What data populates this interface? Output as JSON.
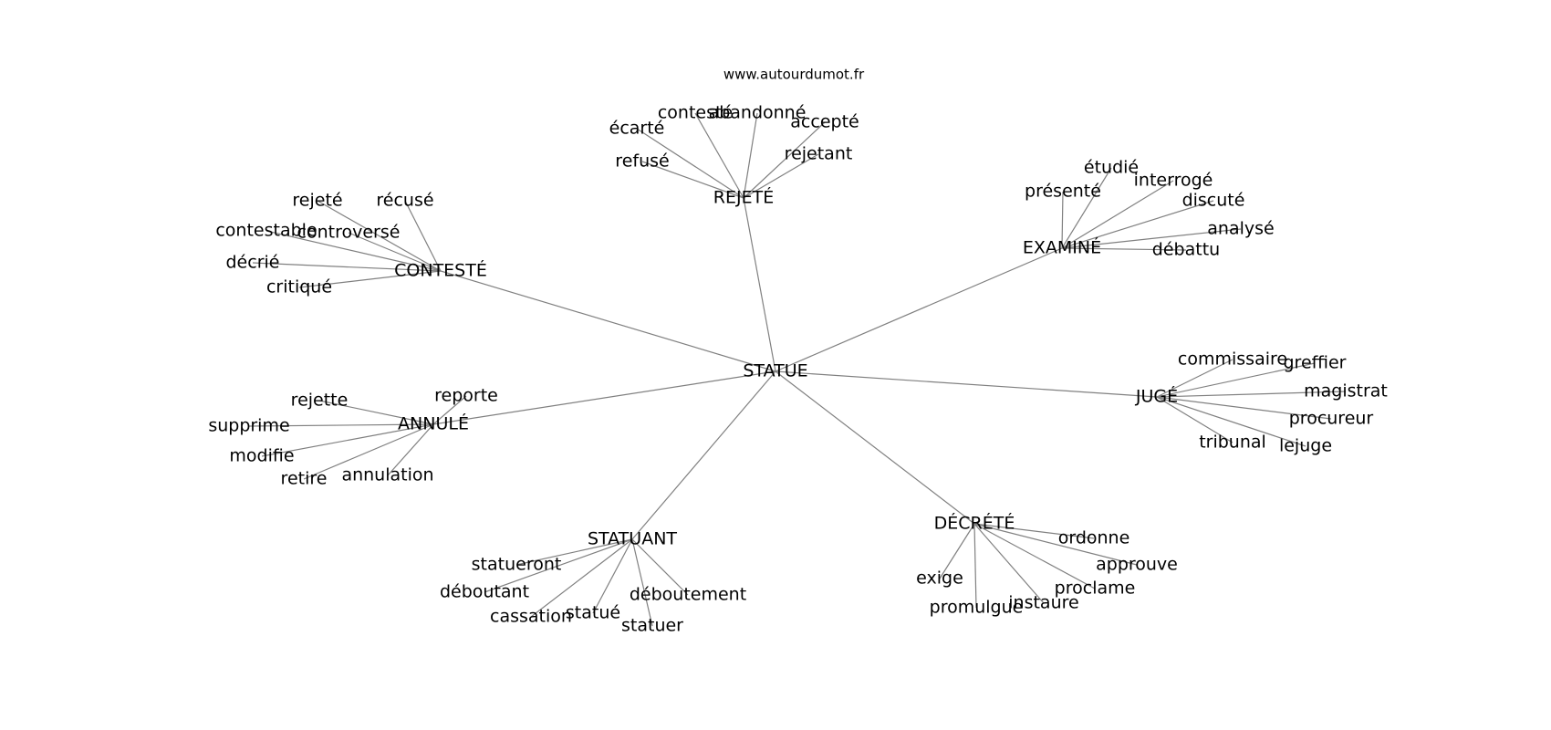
{
  "source": "www.autourdumot.fr",
  "colors": {
    "edge": "#808080",
    "text": "#000000",
    "background": "#ffffff"
  },
  "root": "STATUE",
  "groups": [
    {
      "hub": "REJETÉ",
      "leaves": [
        "contesté",
        "abandonné",
        "écarté",
        "accepté",
        "refusé",
        "rejetant"
      ]
    },
    {
      "hub": "CONTESTÉ",
      "leaves": [
        "rejeté",
        "récusé",
        "contestable",
        "controversé",
        "décrié",
        "critiqué"
      ]
    },
    {
      "hub": "EXAMINÉ",
      "leaves": [
        "étudié",
        "présenté",
        "interrogé",
        "discuté",
        "analysé",
        "débattu"
      ]
    },
    {
      "hub": "JUGÉ",
      "leaves": [
        "commissaire",
        "greffier",
        "magistrat",
        "procureur",
        "tribunal",
        "lejuge"
      ]
    },
    {
      "hub": "ANNULÉ",
      "leaves": [
        "reporte",
        "rejette",
        "supprime",
        "modifie",
        "retire",
        "annulation"
      ]
    },
    {
      "hub": "DÉCRÉTÉ",
      "leaves": [
        "ordonne",
        "approuve",
        "exige",
        "proclame",
        "promulgue",
        "instaure"
      ]
    },
    {
      "hub": "STATUANT",
      "leaves": [
        "statueront",
        "déboutant",
        "déboutement",
        "cassation",
        "statué",
        "statuer"
      ]
    }
  ]
}
